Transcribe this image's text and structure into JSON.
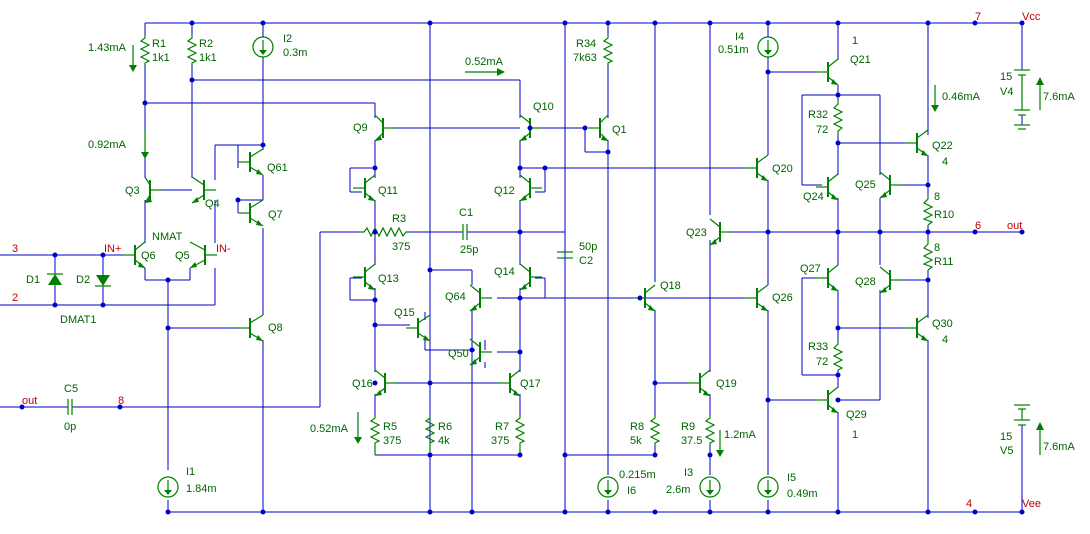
{
  "labels": {
    "net_vcc_num": "7",
    "net_vcc": "Vcc",
    "net_vee_num": "4",
    "net_vee": "Vee",
    "net_out_num": "6",
    "net_out": "out",
    "net_in_num": "3",
    "net_in2_num": "2",
    "net_out_in": "out",
    "net_8": "8",
    "inp": "IN+",
    "inn": "IN-",
    "nmat": "NMAT",
    "dmat": "DMAT1",
    "d1": "D1",
    "d2": "D2",
    "q1": "Q1",
    "q3": "Q3",
    "q4": "Q4",
    "q5": "Q5",
    "q6": "Q6",
    "q7": "Q7",
    "q8": "Q8",
    "q9": "Q9",
    "q10": "Q10",
    "q11": "Q11",
    "q12": "Q12",
    "q13": "Q13",
    "q14": "Q14",
    "q15": "Q15",
    "q16": "Q16",
    "q17": "Q17",
    "q18": "Q18",
    "q19": "Q19",
    "q20": "Q20",
    "q21": "Q21",
    "q22": "Q22",
    "q23": "Q23",
    "q24": "Q24",
    "q25": "Q25",
    "q26": "Q26",
    "q27": "Q27",
    "q28": "Q28",
    "q29": "Q29",
    "q30": "Q30",
    "q50": "Q50",
    "q61": "Q61",
    "q64": "Q64",
    "q21_area": "1",
    "q22_area": "4",
    "q29_area": "1",
    "q30_area": "4",
    "r1": "R1",
    "r1_val": "1k1",
    "r2": "R2",
    "r2_val": "1k1",
    "r3": "R3",
    "r3_val": "375",
    "r5": "R5",
    "r5_val": "375",
    "r6": "R6",
    "r6_val": "4k",
    "r7": "R7",
    "r7_val": "375",
    "r8": "R8",
    "r8_val": "5k",
    "r9": "R9",
    "r9_val": "37.5",
    "r10_val": "8",
    "r10": "R10",
    "r11_val": "8",
    "r11": "R11",
    "r32": "R32",
    "r32_val": "72",
    "r33": "R33",
    "r33_val": "72",
    "r34": "R34",
    "r34_val": "7k63",
    "c1": "C1",
    "c1_val": "25p",
    "c2_val": "50p",
    "c2": "C2",
    "c5": "C5",
    "c5_val": "0p",
    "i1": "I1",
    "i1_val": "1.84m",
    "i2": "I2",
    "i2_val": "0.3m",
    "i3": "I3",
    "i3_val": "2.6m",
    "i4": "I4",
    "i4_val": "0.51m",
    "i5": "I5",
    "i5_val": "0.49m",
    "i6": "I6",
    "i6_val": "0.215m",
    "v4_val": "15",
    "v4": "V4",
    "v5_val": "15",
    "v5": "V5",
    "cur_r1": "1.43mA",
    "cur_q3": "0.92mA",
    "cur_q10": "0.52mA",
    "cur_r5": "0.52mA",
    "cur_r9": "1.2mA",
    "cur_q22": "0.46mA",
    "cur_v4": "7.6mA",
    "cur_v5": "7.6mA"
  },
  "colors": {
    "wire": "#0000c8",
    "device": "#008000",
    "label": "#006400",
    "net": "#c00000"
  }
}
